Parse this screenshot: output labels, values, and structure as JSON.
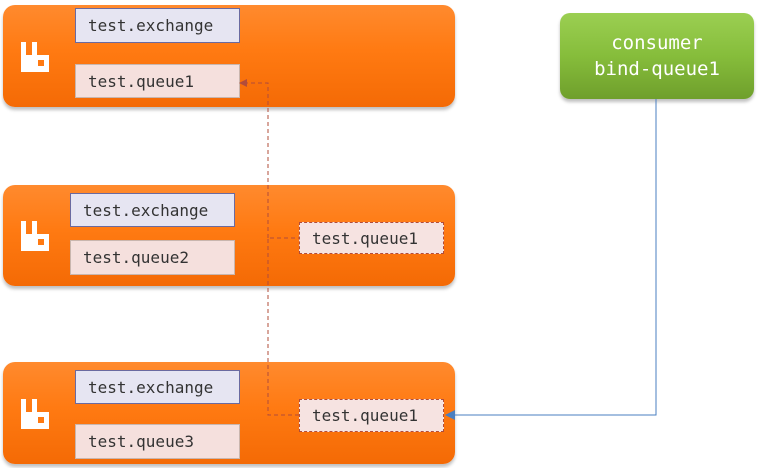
{
  "nodes": [
    {
      "exchange": "test.exchange",
      "queue": "test.queue1"
    },
    {
      "exchange": "test.exchange",
      "queue": "test.queue2",
      "mirror": "test.queue1"
    },
    {
      "exchange": "test.exchange",
      "queue": "test.queue3",
      "mirror": "test.queue1"
    }
  ],
  "consumer": {
    "line1": "consumer",
    "line2": "bind-queue1"
  },
  "colors": {
    "node_orange": "#ff7a12",
    "consumer_green": "#86bd3b",
    "mirror_link": "#b24c3a",
    "consumer_link": "#4a7fc1"
  },
  "icons": {
    "node": "rabbitmq-logo-icon"
  }
}
